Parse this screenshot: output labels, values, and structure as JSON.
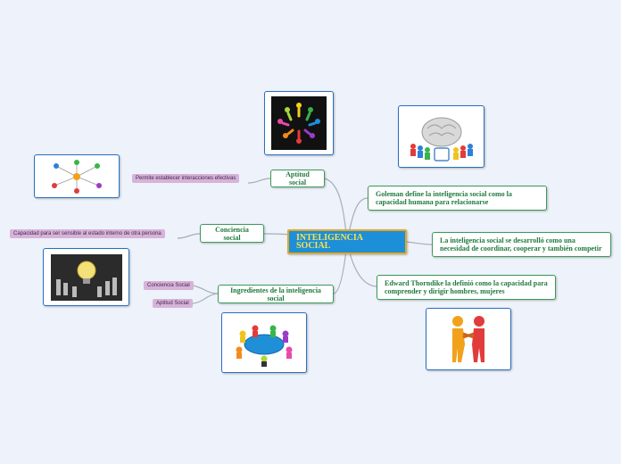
{
  "center": {
    "label": "INTELIGENCIA SOCIAL"
  },
  "branches": {
    "aptitud": {
      "label": "Aptitud social"
    },
    "conciencia": {
      "label": "Conciencia social"
    },
    "ingredientes": {
      "label": "Ingredientes de la inteligencia social"
    },
    "goleman": {
      "label": "Goleman define la inteligencia social como la capacidad humana para relacionarse"
    },
    "desarrollo": {
      "label": "La inteligencia social se desarrolló como una necesidad de coordinar, cooperar y también competir"
    },
    "thorndike": {
      "label": "Edward Thorndike la definió como la capacidad para comprender y dirigir hombres, mujeres"
    }
  },
  "tags": {
    "permite": "Permite establecer interacciones efectivas",
    "capacidad": "Capacidad para ser sensible al estado interno de otra persona",
    "conciencia_social": "Conciencia Social",
    "aptitud_social": "Aptitud Social"
  },
  "colors": {
    "link": "#a8adb8",
    "center_fill": "#1c8fd8",
    "center_text": "#ffe04a",
    "node_border": "#3b9a5a",
    "tag_fill": "#d6b4d8"
  }
}
